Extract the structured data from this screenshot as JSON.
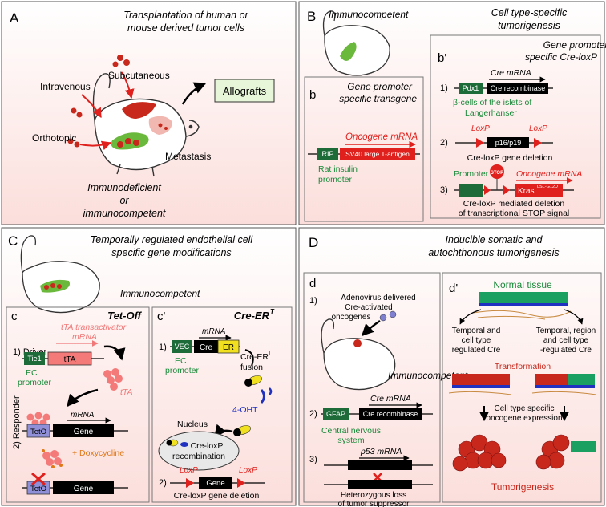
{
  "panelA": {
    "letter": "A",
    "title1": "Transplantation of human or",
    "title2": "mouse derived tumor cells",
    "intravenous": "Intravenous",
    "subcutaneous": "Subcutaneous",
    "orthotopic": "Orthotopic",
    "metastasis": "Metastasis",
    "allografts": "Allografts",
    "immunodeficient": "Immunodeficient",
    "or": "or",
    "immunocompetent": "immunocompetent"
  },
  "panelB": {
    "letter": "B",
    "mouse_label": "Immunocompetent",
    "title1": "Cell type-specific",
    "title2": "tumorigenesis",
    "sub_b": {
      "letter": "b",
      "title1": "Gene promoter",
      "title2": "specific transgene",
      "mrna": "Oncogene mRNA",
      "rip": "RIP",
      "sv40": "SV40 large T-antigen",
      "promoter1": "Rat insulin",
      "promoter2": "promoter"
    },
    "sub_b2": {
      "letter": "b'",
      "title1": "Gene promoter",
      "title2": "specific Cre-loxP",
      "item1_num": "1)",
      "item1_mrna": "Cre mRNA",
      "pdx1": "Pdx1",
      "cre_recombinase": "Cre recombinase",
      "beta1": "β-cells of the islets of",
      "beta2": "Langerhanser",
      "item2_num": "2)",
      "loxp_left": "LoxP",
      "loxp_right": "LoxP",
      "p16": "p16/p19",
      "deletion": "Cre-loxP gene deletion",
      "item3_num": "3)",
      "promoter": "Promoter",
      "stop": "STOP",
      "oncogene_mrna": "Oncogene mRNA",
      "kras": "Kras",
      "kras_sup": "LSL-G12D",
      "cap1": "Cre-loxP mediated deletion",
      "cap2": "of transcriptional STOP signal"
    }
  },
  "panelC": {
    "letter": "C",
    "title1": "Temporally regulated endothelial cell",
    "title2": "specific gene modifications",
    "mouse_label": "Immunocompetent",
    "sub_c": {
      "letter": "c",
      "title": "Tet-Off",
      "tta_mrna1": "tTA transactivator",
      "tta_mrna2": "mRNA",
      "driver": "1) Driver",
      "tie1": "Tie1",
      "tta": "tTA",
      "ec1": "EC",
      "ec2": "promoter",
      "tta_protein": "tTA",
      "responder": "2) Responder",
      "mrna": "mRNA",
      "teto": "TetO",
      "gene": "Gene",
      "doxy": "+ Doxycycline",
      "teto2": "TetO",
      "gene2": "Gene"
    },
    "sub_c2": {
      "letter": "c'",
      "title": "Cre-ER",
      "title_sup": "T",
      "num1": "1)",
      "mrna": "mRNA",
      "vec": "VEC",
      "cre": "Cre",
      "er": "ER",
      "fusion1": "Cre-ER",
      "fusion_sup": "T",
      "fusion2": "fusion",
      "ec1": "EC",
      "ec2": "promoter",
      "ohtt": "4-OHT",
      "nucleus": "Nucleus",
      "recomb1": "Cre-loxP",
      "recomb2": "recombination",
      "num2": "2)",
      "loxp_left": "LoxP",
      "loxp_right": "LoxP",
      "gene": "Gene",
      "deletion": "Cre-loxP gene deletion"
    }
  },
  "panelD": {
    "letter": "D",
    "title1": "Inducible somatic and",
    "title2": "autochthonous tumorigenesis",
    "sub_d": {
      "letter": "d",
      "num1": "1)",
      "adeno1": "Adenovirus delivered",
      "adeno2": "Cre-activated",
      "adeno3": "oncogenes",
      "mouse_label": "Immunocompetent",
      "num2": "2)",
      "cre_mrna": "Cre mRNA",
      "gfap": "GFAP",
      "cre_recombinase": "Cre recombinase",
      "cns1": "Central nervous",
      "cns2": "system",
      "num3": "3)",
      "p53": "p53 mRNA",
      "het1": "Heterozygous loss",
      "het2": "of tumor suppressor"
    },
    "sub_d2": {
      "letter": "d'",
      "normal": "Normal tissue",
      "left1": "Temporal and",
      "left2": "cell type",
      "left3": "regulated Cre",
      "right1": "Temporal, region",
      "right2": "and cell type",
      "right3": "-regulated  Cre",
      "transformation": "Transformation",
      "cell_type1": "Cell type specific",
      "cell_type2": "oncogene expression",
      "tumorigenesis": "Tumorigenesis"
    }
  },
  "colors": {
    "green_text": "#1a8a3a",
    "red": "#e0201c",
    "blue": "#2030c0",
    "orange": "#e07818",
    "pink_bg": "#fce6e4",
    "tumor": "#c8281c"
  }
}
